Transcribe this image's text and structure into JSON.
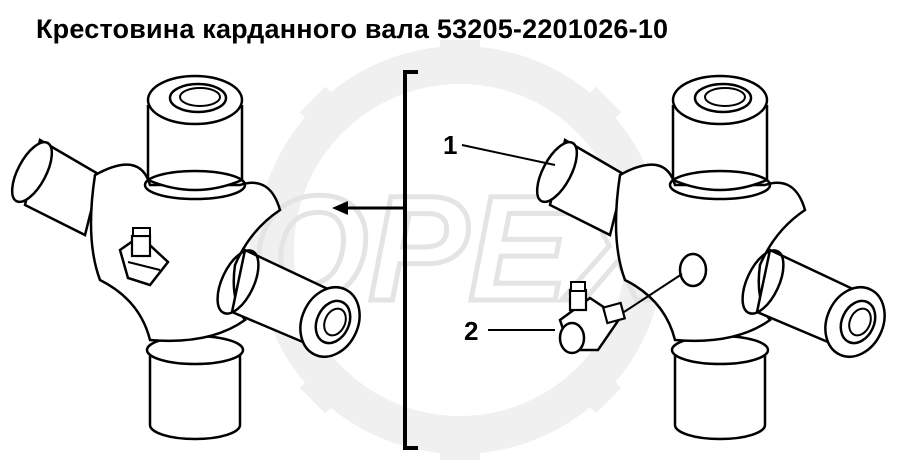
{
  "title": "Крестовина карданного вала 53205-2201026-10",
  "callouts": {
    "one": "1",
    "two": "2"
  },
  "watermark": {
    "text": "OPEX",
    "color": "#dcdcdc"
  },
  "colors": {
    "line": "#000000",
    "fill": "#ffffff",
    "gear": "#e8e8e8"
  }
}
